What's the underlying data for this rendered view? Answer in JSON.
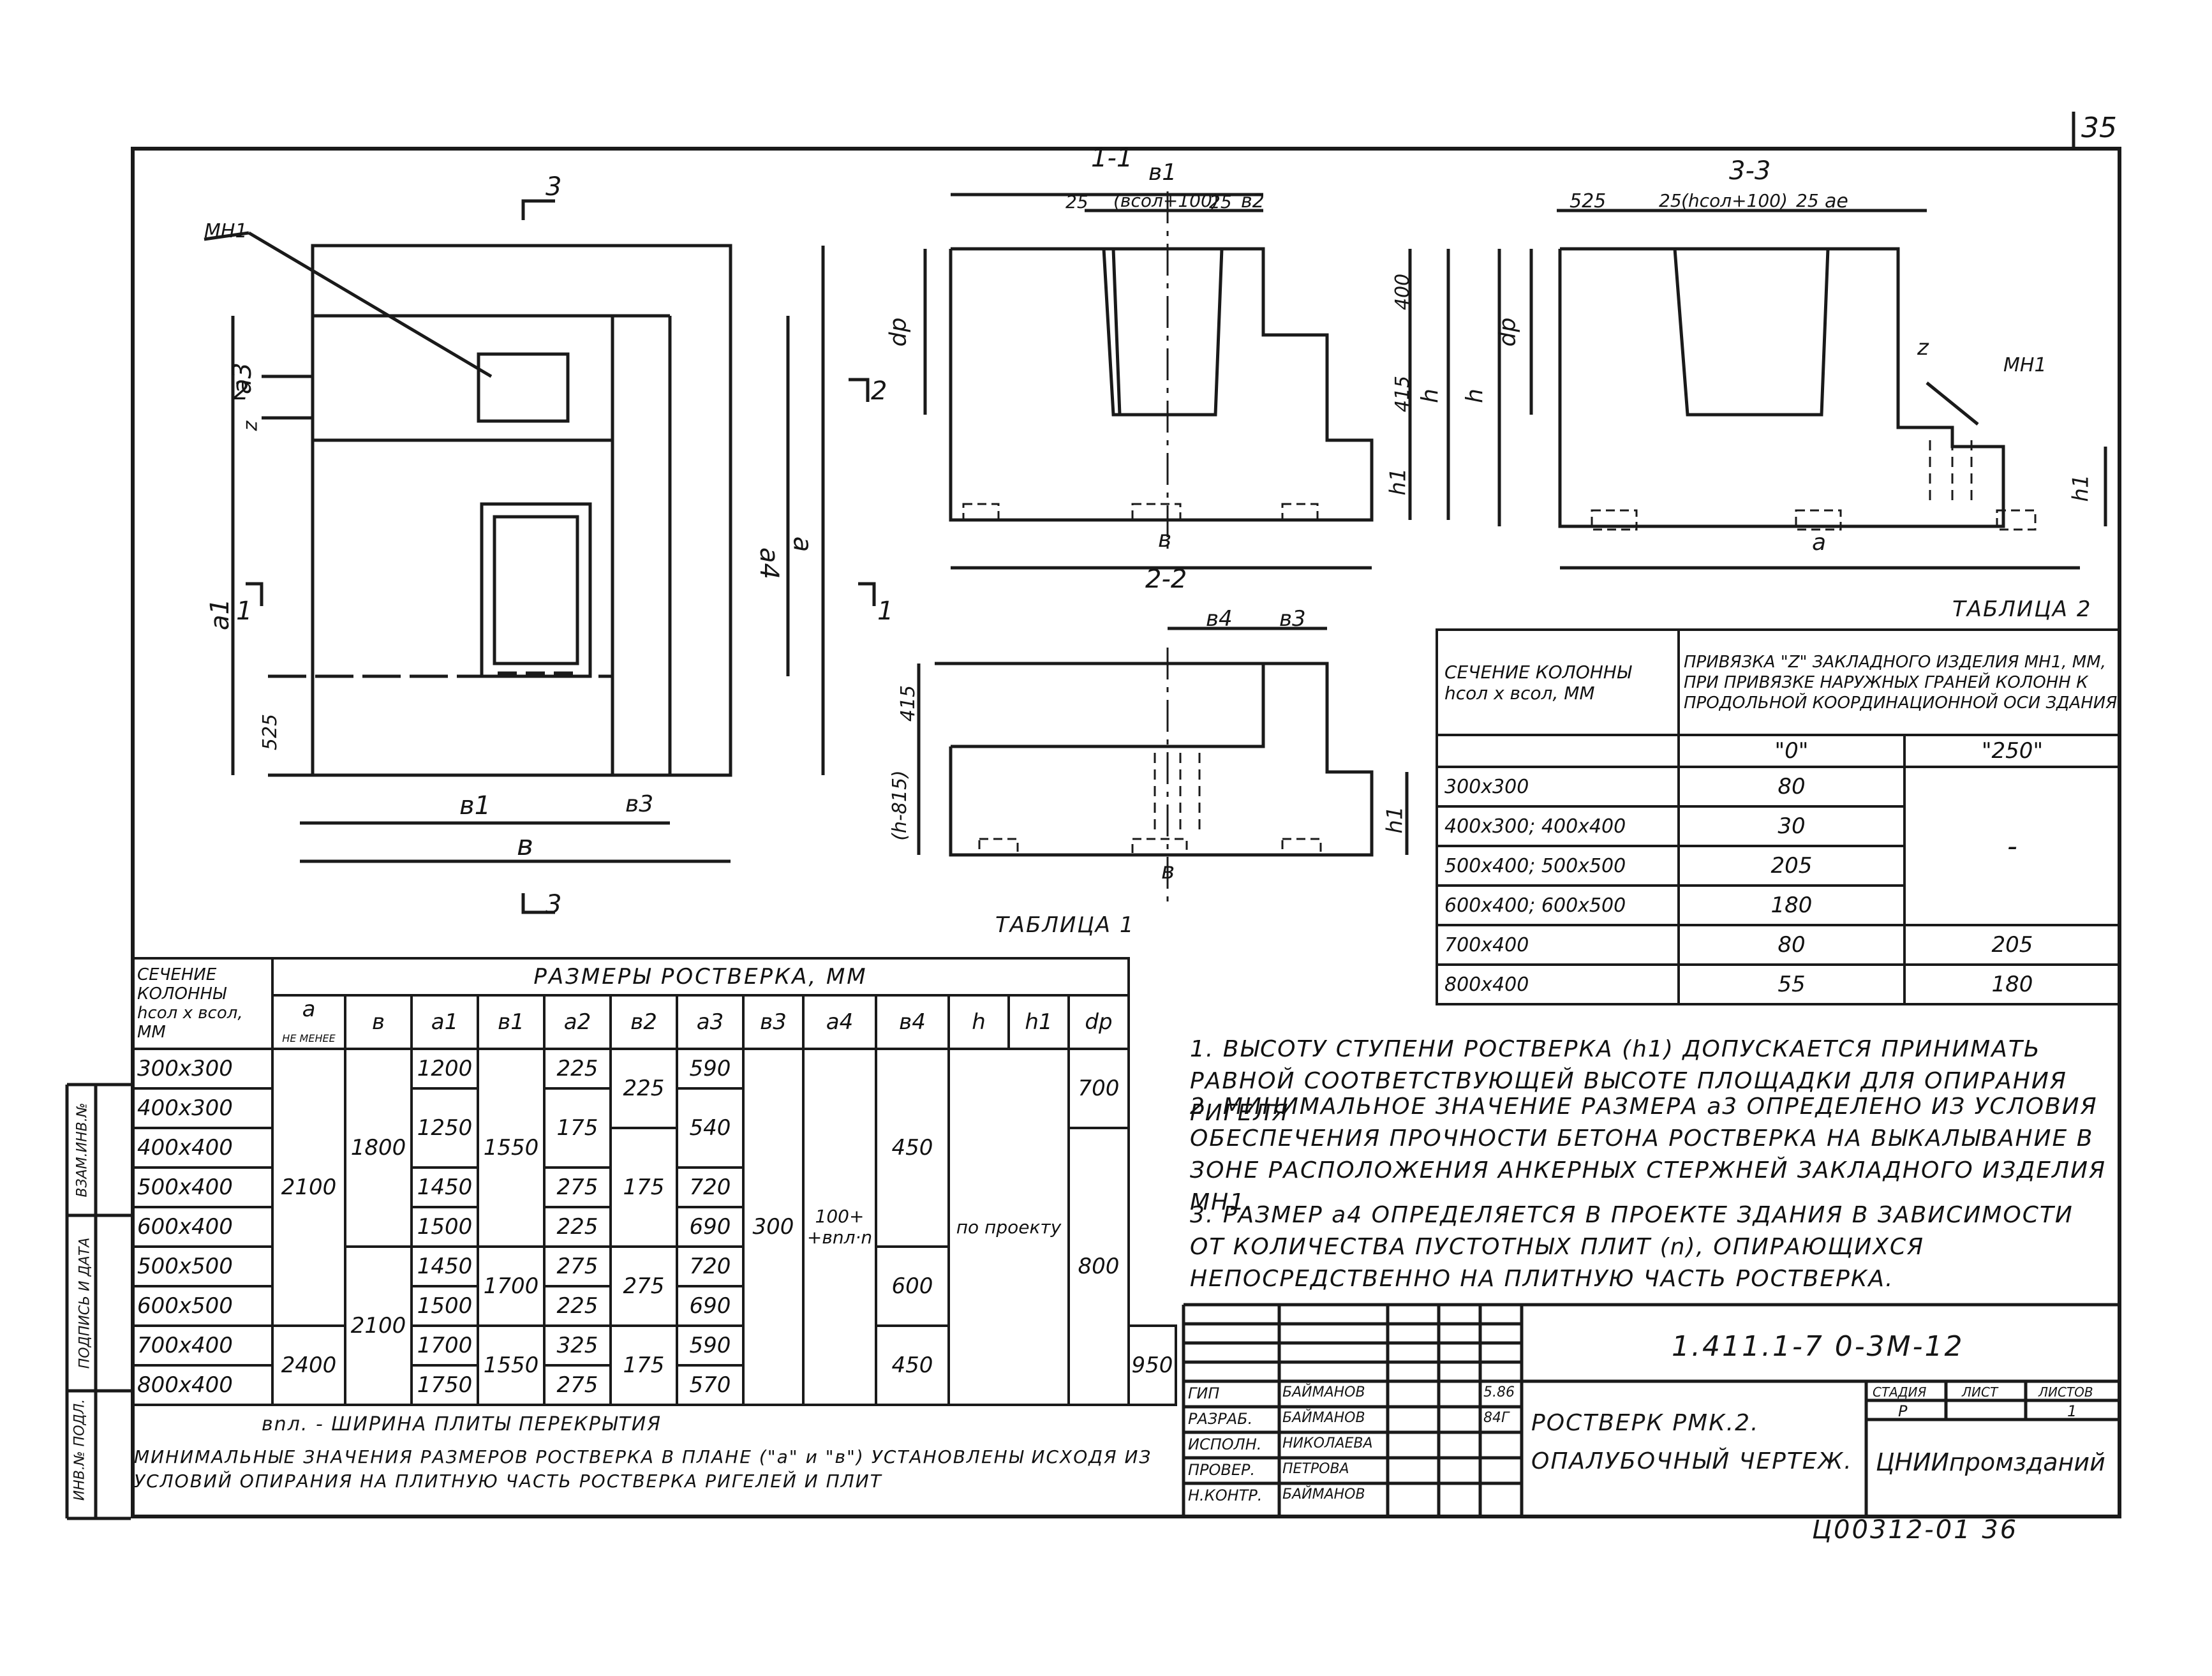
{
  "page_number": "35",
  "plan": {
    "labels": {
      "mh1": "МН1",
      "a3": "a3",
      "z": "z",
      "a1": "a1",
      "v1": "в1",
      "v3": "в3",
      "v": "в",
      "a4": "a4",
      "a": "a",
      "s525": "525"
    },
    "cuts": {
      "c3": "3",
      "c2": "2",
      "c1": "1"
    }
  },
  "section_1_1": {
    "title": "1-1",
    "v1": "в1",
    "dim_25a": "25",
    "dim_mid": "(вcoл+100)",
    "dim_25b": "25",
    "v2": "в2",
    "dp": "dp",
    "d400": "400",
    "d415": "415",
    "h": "h",
    "h1": "h1",
    "v": "в"
  },
  "section_3_3": {
    "title": "3-3",
    "d525": "525",
    "d25a": "25",
    "dim_mid": "(hcoл+100)",
    "d25b": "25",
    "ae": "ae",
    "dp": "dp",
    "h": "h",
    "z": "z",
    "mh1": "МН1",
    "h1": "h1",
    "a": "a"
  },
  "section_2_2": {
    "title": "2-2",
    "v4": "в4",
    "v3": "в3",
    "d415": "415",
    "dh": "(h-815)",
    "h1": "h1",
    "v": "в"
  },
  "table1": {
    "title": "ТАБЛИЦА 1",
    "head_section": "СЕЧЕНИЕ КОЛОННЫ hcoл x вcoл, ММ",
    "head_dims": "РАЗМЕРЫ РОСТВЕРКА, ММ",
    "cols": [
      "a",
      "в",
      "a1",
      "в1",
      "a2",
      "в2",
      "a3",
      "в3",
      "a4",
      "в4",
      "h",
      "h1",
      "dp"
    ],
    "not_less": "НЕ МЕНЕЕ",
    "rows": [
      {
        "s": "300x300",
        "a1": "1200",
        "a2": "225",
        "a3": "590"
      },
      {
        "s": "400x300",
        "a1": "1250",
        "a2": "175",
        "a3": "540"
      },
      {
        "s": "400x400",
        "a1": "",
        "a2": "",
        "a3": ""
      },
      {
        "s": "500x400",
        "a1": "1450",
        "a2": "275",
        "a3": "720"
      },
      {
        "s": "600x400",
        "a1": "1500",
        "a2": "225",
        "a3": "690"
      },
      {
        "s": "500x500",
        "a1": "1450",
        "a2": "275",
        "a3": "720"
      },
      {
        "s": "600x500",
        "a1": "1500",
        "a2": "225",
        "a3": "690"
      },
      {
        "s": "700x400",
        "a1": "1700",
        "a2": "325",
        "a3": "590"
      },
      {
        "s": "800x400",
        "a1": "1750",
        "a2": "275",
        "a3": "570"
      }
    ],
    "merged": {
      "a_2100": "2100",
      "a_2400": "2400",
      "v_1800": "1800",
      "v_2100": "2100",
      "v1_1550": "1550",
      "v1_1700": "1700",
      "v1_1550b": "1550",
      "v2_225": "225",
      "v2_175": "175",
      "v2_275": "275",
      "v2_175b": "175",
      "v3": "300",
      "a4": "100+ +вnл·n",
      "v4_450": "450",
      "v4_600": "600",
      "v4_450b": "450",
      "h": "по проекту",
      "dp_700": "700",
      "dp_800": "800",
      "dp_950": "950"
    },
    "foot1": "вnл. - ШИРИНА ПЛИТЫ ПЕРЕКРЫТИЯ",
    "foot2": "МИНИМАЛЬНЫЕ ЗНАЧЕНИЯ РАЗМЕРОВ РОСТВЕРКА В ПЛАНЕ (\"a\" и \"в\") УСТАНОВЛЕНЫ ИСХОДЯ ИЗ УСЛОВИЙ ОПИРАНИЯ НА ПЛИТНУЮ ЧАСТЬ РОСТВЕРКА РИГЕЛЕЙ И ПЛИТ"
  },
  "table2": {
    "title": "ТАБЛИЦА 2",
    "head_a": "СЕЧЕНИЕ КОЛОННЫ hcoл x вcoл, ММ",
    "head_b": "ПРИВЯЗКА \"Z\" ЗАКЛАДНОГО ИЗДЕЛИЯ МН1, ММ, ПРИ ПРИВЯЗКЕ НАРУЖНЫХ ГРАНЕЙ КОЛОНН К ПРОДОЛЬНОЙ КООРДИНАЦИОННОЙ ОСИ ЗДАНИЯ",
    "sub0": "\"0\"",
    "sub250": "\"250\"",
    "rows": [
      {
        "s": "300x300",
        "v0": "80",
        "v250": ""
      },
      {
        "s": "400x300; 400x400",
        "v0": "30",
        "v250": ""
      },
      {
        "s": "500x400; 500x500",
        "v0": "205",
        "v250": "-"
      },
      {
        "s": "600x400; 600x500",
        "v0": "180",
        "v250": ""
      },
      {
        "s": "700x400",
        "v0": "80",
        "v250": "205"
      },
      {
        "s": "800x400",
        "v0": "55",
        "v250": "180"
      }
    ]
  },
  "notes": [
    "1. ВЫСОТУ СТУПЕНИ РОСТВЕРКА (h1) ДОПУСКАЕТСЯ ПРИНИМАТЬ РАВНОЙ СООТВЕТСТВУЮЩЕЙ ВЫСОТЕ ПЛОЩАДКИ ДЛЯ ОПИРАНИЯ РИГЕЛЯ",
    "2. МИНИМАЛЬНОЕ ЗНАЧЕНИЕ РАЗМЕРА a3 ОПРЕДЕЛЕНО ИЗ УСЛОВИЯ ОБЕСПЕЧЕНИЯ ПРОЧНОСТИ БЕТОНА РОСТВЕРКА НА ВЫКАЛЫВАНИЕ В ЗОНЕ РАСПОЛОЖЕНИЯ АНКЕРНЫХ СТЕРЖНЕЙ ЗАКЛАДНОГО ИЗДЕЛИЯ МН1.",
    "3. РАЗМЕР a4 ОПРЕДЕЛЯЕТСЯ В ПРОЕКТЕ ЗДАНИЯ В ЗАВИСИМОСТИ ОТ КОЛИЧЕСТВА ПУСТОТНЫХ ПЛИТ (n), ОПИРАЮЩИХСЯ НЕПОСРЕДСТВЕННО НА ПЛИТНУЮ ЧАСТЬ РОСТВЕРКА."
  ],
  "stamp": {
    "code": "1.411.1-7 0-3М-12",
    "roles": [
      {
        "role": "ГИП",
        "name": "БАЙМАНОВ",
        "date": "5.86"
      },
      {
        "role": "РАЗРАБ.",
        "name": "БАЙМАНОВ",
        "date": "84Г"
      },
      {
        "role": "ИСПОЛН.",
        "name": "НИКОЛАЕВА",
        "date": ""
      },
      {
        "role": "ПРОВЕР.",
        "name": "ПЕТРОВА",
        "date": ""
      },
      {
        "role": "Н.КОНТР.",
        "name": "БАЙМАНОВ",
        "date": ""
      }
    ],
    "title1": "РОСТВЕРК РМК.2.",
    "title2": "ОПАЛУБОЧНЫЙ ЧЕРТЕЖ.",
    "stage_h": "СТАДИЯ",
    "sheet_h": "ЛИСТ",
    "sheets_h": "ЛИСТОВ",
    "stage": "Р",
    "sheets": "1",
    "org": "ЦНИИпромзданий"
  },
  "side_stamp": [
    "ИНВ.№ ПОДЛ.",
    "ПОДПИСЬ И ДАТА",
    "ВЗАМ.ИНВ.№"
  ],
  "bottom_code": "Ц00312-01 36"
}
